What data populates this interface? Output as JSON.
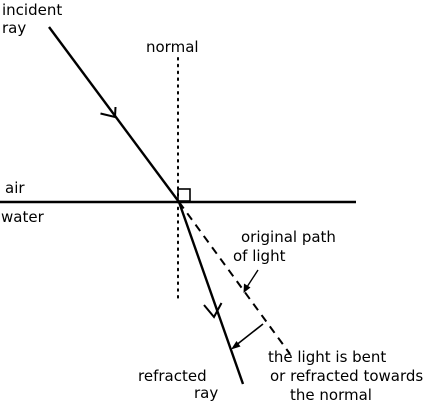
{
  "labels": {
    "incident_ray": [
      "incident",
      "ray"
    ],
    "normal": "normal",
    "air": "air",
    "water": "water",
    "original_path": [
      "original path",
      "of light"
    ],
    "refracted_ray": [
      "refracted",
      "ray"
    ],
    "bent_note": [
      "the light is bent",
      "or refracted towards",
      "the normal"
    ]
  },
  "colors": {
    "line": "#000000",
    "background": "#ffffff"
  }
}
